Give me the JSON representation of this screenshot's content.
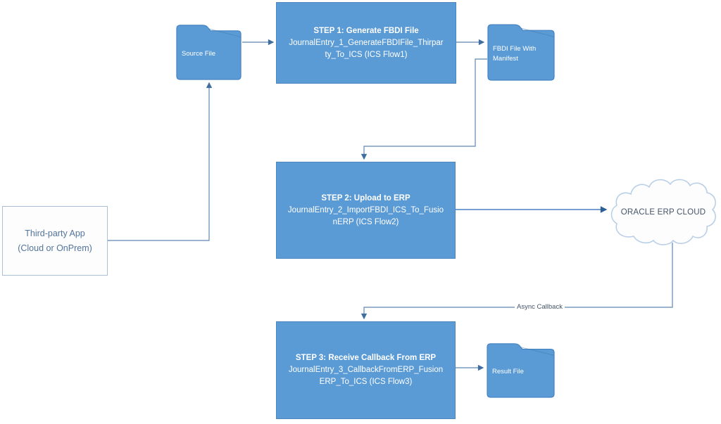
{
  "diagram": {
    "colors": {
      "shape_fill": "#5b9bd5",
      "shape_border": "#4d87c0",
      "shape_text": "#ffffff",
      "connector_line": "#5d87b2",
      "arrowhead": "#3f6e9f",
      "cloud_border": "#b9cfe6",
      "cloud_fill": "#fdfdfe",
      "muted_text": "#44546a",
      "app_box_border": "#a9c0d8",
      "app_box_text": "#52749c",
      "background": "#ffffff"
    },
    "nodes": {
      "source_folder": {
        "label": "Source File"
      },
      "step1": {
        "title": "STEP 1: Generate FBDI File",
        "body_lines": [
          "JournalEntry_1_GenerateFBDIFile_Thirpar",
          "ty_To_ICS (ICS Flow1)"
        ]
      },
      "fbdi_folder": {
        "label": "FBDI File With Manifest"
      },
      "step2": {
        "title": "STEP 2: Upload to ERP",
        "body_lines": [
          "JournalEntry_2_ImportFBDI_ICS_To_Fusio",
          "nERP (ICS Flow2)"
        ]
      },
      "cloud": {
        "label": "ORACLE ERP CLOUD"
      },
      "step3": {
        "title": "STEP 3: Receive Callback From ERP",
        "body_lines": [
          "JournalEntry_3_CallbackFromERP_Fusion",
          "ERP_To_ICS (ICS Flow3)"
        ]
      },
      "result_folder": {
        "label": "Result File"
      },
      "third_party_app": {
        "line1": "Third-party App",
        "line2": "(Cloud or OnPrem)"
      }
    },
    "connector_labels": {
      "async_callback": "Async Callback"
    }
  }
}
